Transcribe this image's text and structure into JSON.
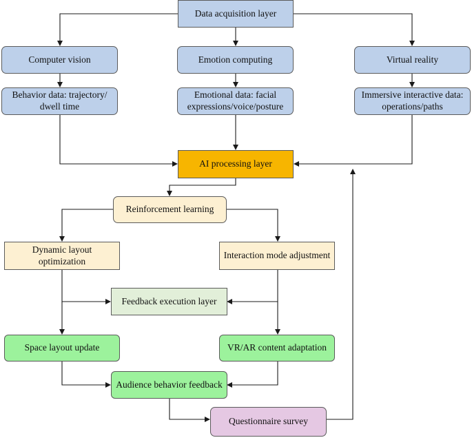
{
  "nodes": {
    "data_acquisition": "Data acquisition layer",
    "computer_vision": "Computer vision",
    "emotion_computing": "Emotion computing",
    "virtual_reality": "Virtual reality",
    "behavior_data": "Behavior data: trajectory/ dwell time",
    "emotional_data": "Emotional data: facial expressions/voice/posture",
    "immersive_data": "Immersive interactive data: operations/paths",
    "ai_processing": "AI processing layer",
    "reinforcement_learning": "Reinforcement learning",
    "dynamic_layout": "Dynamic layout optimization",
    "interaction_mode": "Interaction mode adjustment",
    "feedback_execution": "Feedback execution layer",
    "space_layout": "Space layout update",
    "vr_ar": "VR/AR content adaptation",
    "audience_feedback": "Audience behavior feedback",
    "questionnaire": "Questionnaire survey"
  },
  "colors": {
    "blue": "#bdd0ea",
    "orange": "#f7b500",
    "cream": "#fdf0d2",
    "light_green": "#e2efd9",
    "green": "#9cf29c",
    "purple": "#e5c8e3",
    "line": "#1a1a1a"
  }
}
